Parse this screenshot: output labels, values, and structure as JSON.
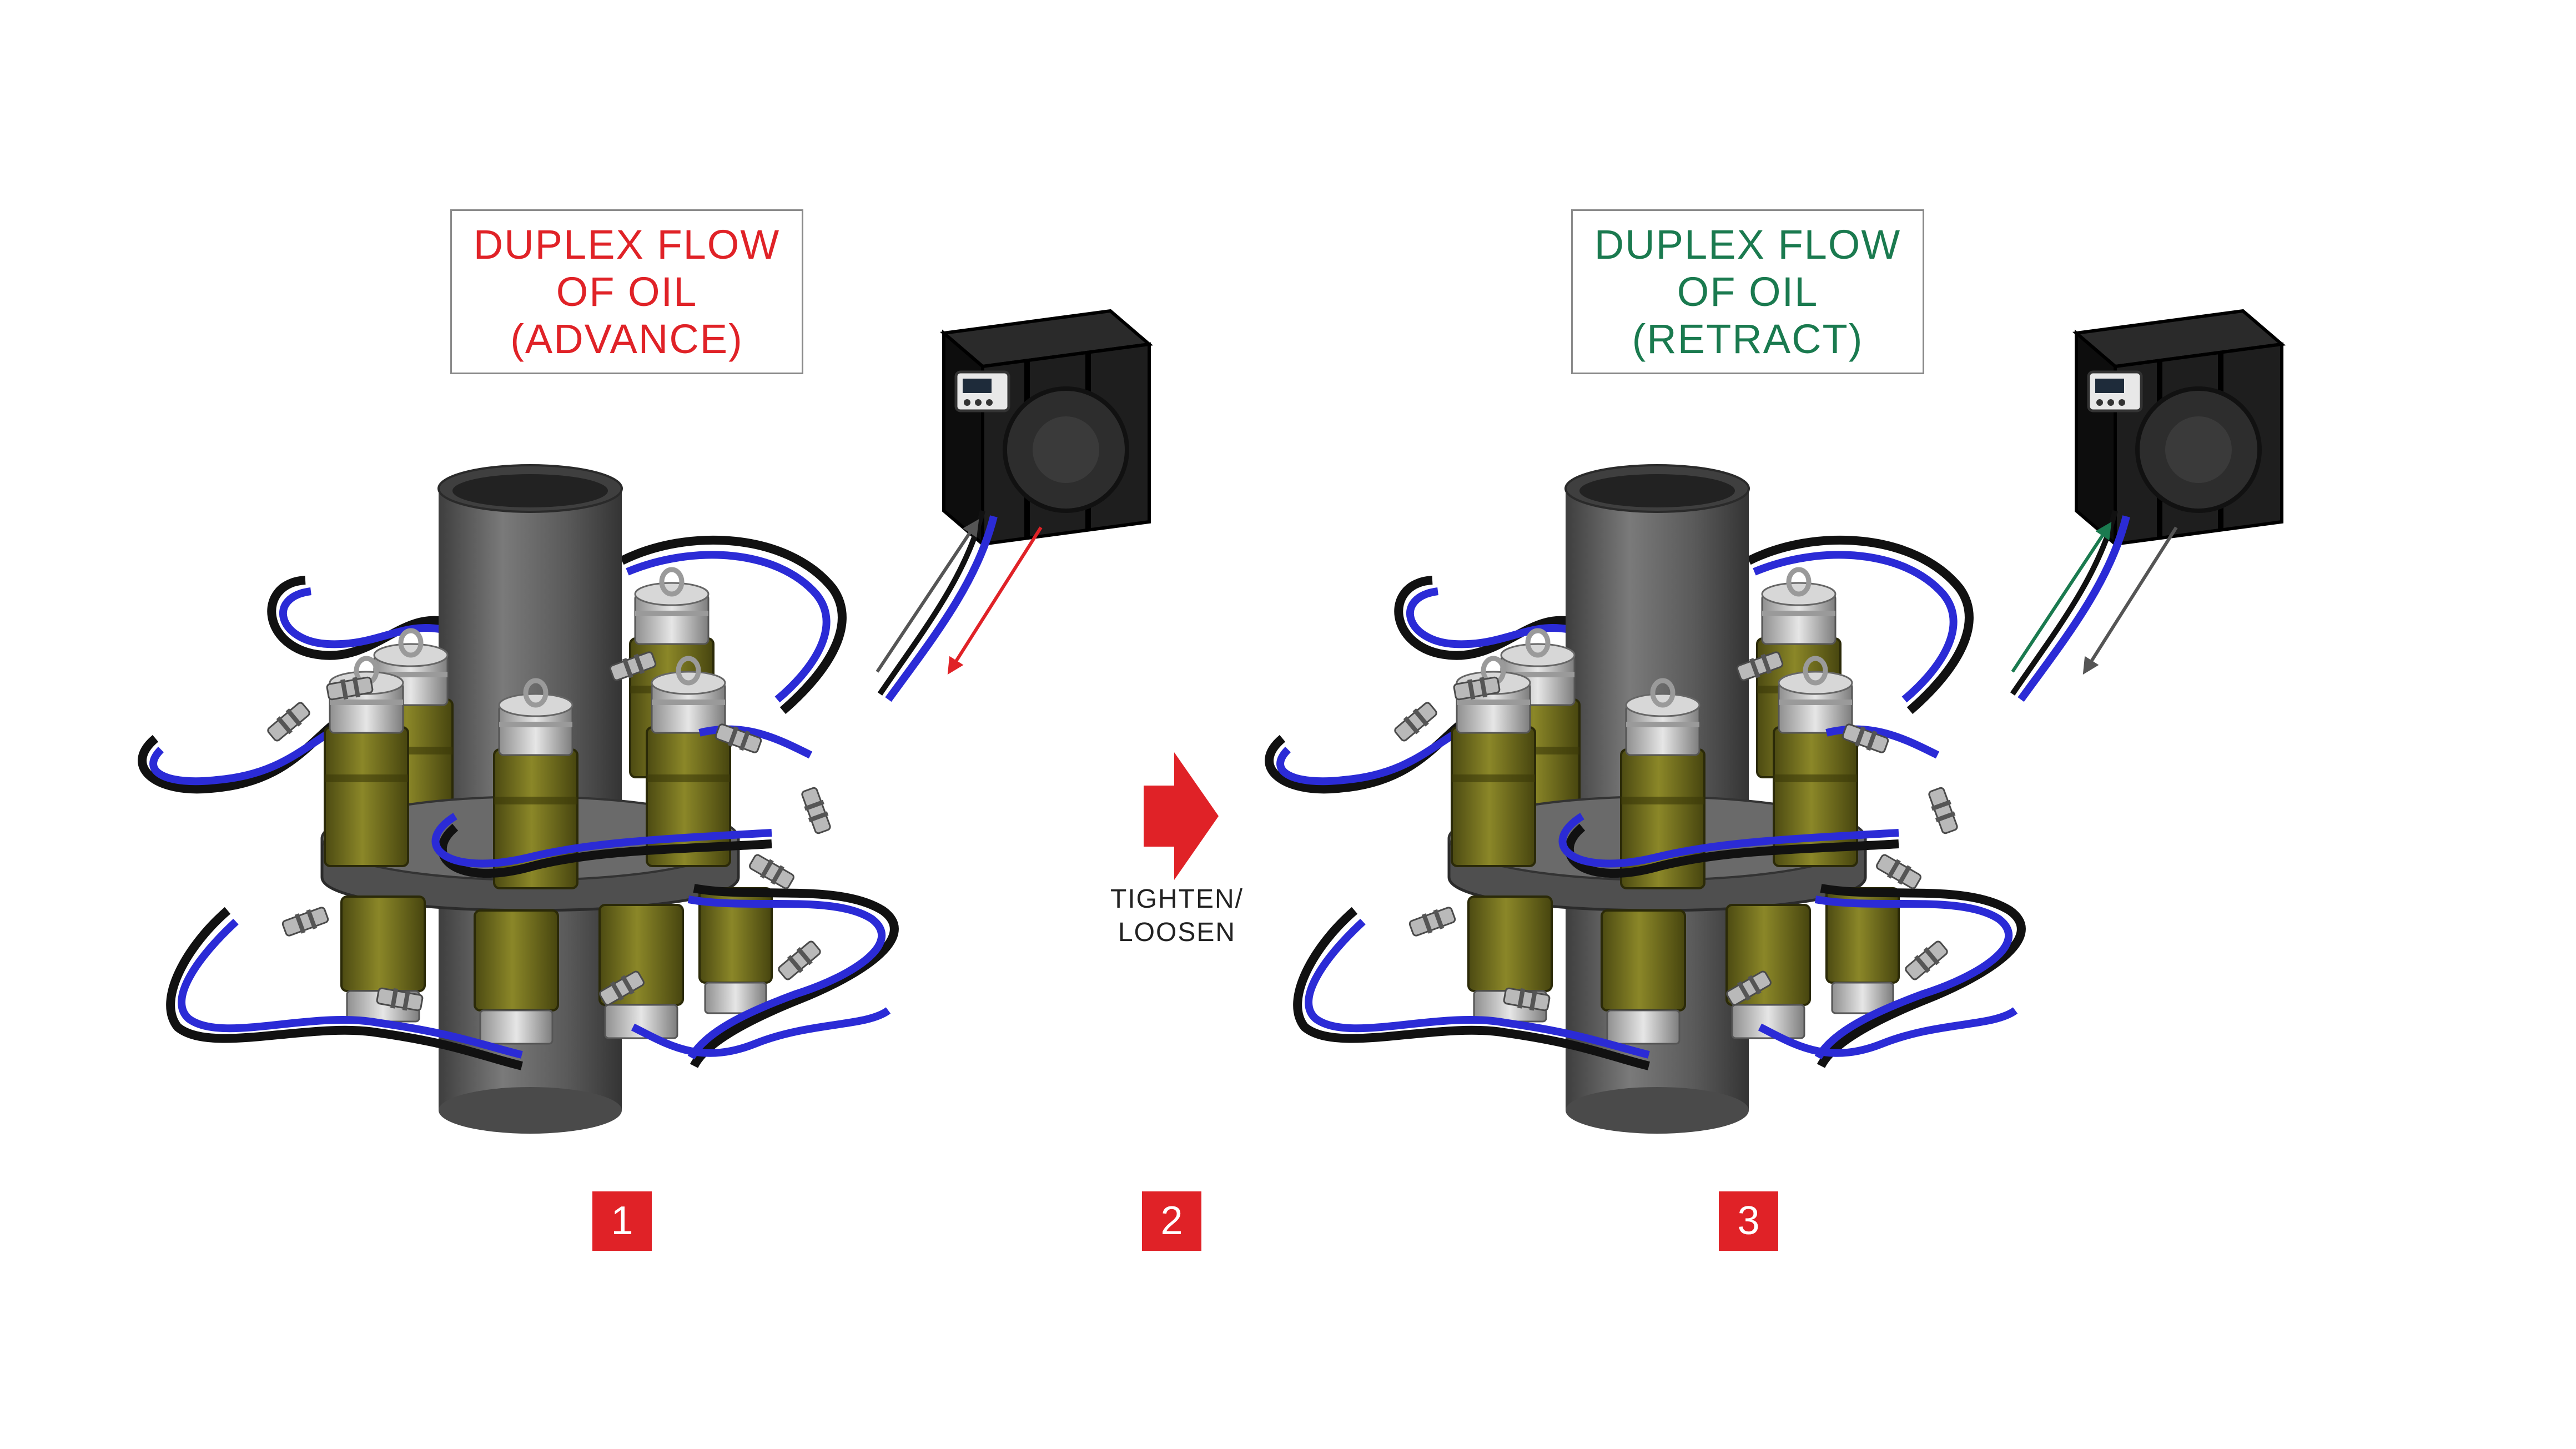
{
  "panel_advance": {
    "title_lines": [
      "DUPLEX FLOW",
      "OF OIL",
      "(ADVANCE)"
    ],
    "title_color": "#e02227",
    "supply_arrow_color": "#555555",
    "return_arrow_color": "#e02227"
  },
  "panel_retract": {
    "title_lines": [
      "DUPLEX FLOW",
      "OF OIL",
      "(RETRACT)"
    ],
    "title_color": "#1a7a4f",
    "supply_arrow_color": "#1a7a4f",
    "return_arrow_color": "#555555"
  },
  "operation": {
    "lines": [
      "TIGHTEN/",
      "LOOSEN"
    ]
  },
  "steps": {
    "step1": "1",
    "step2": "2",
    "step3": "3"
  },
  "colors": {
    "badge": "#e02227",
    "pipe": "#5a5a5a",
    "tensioner": "#6d6a1e",
    "hose_blue": "#2b2bd6",
    "hose_black": "#111111",
    "pump_frame": "#111111"
  }
}
